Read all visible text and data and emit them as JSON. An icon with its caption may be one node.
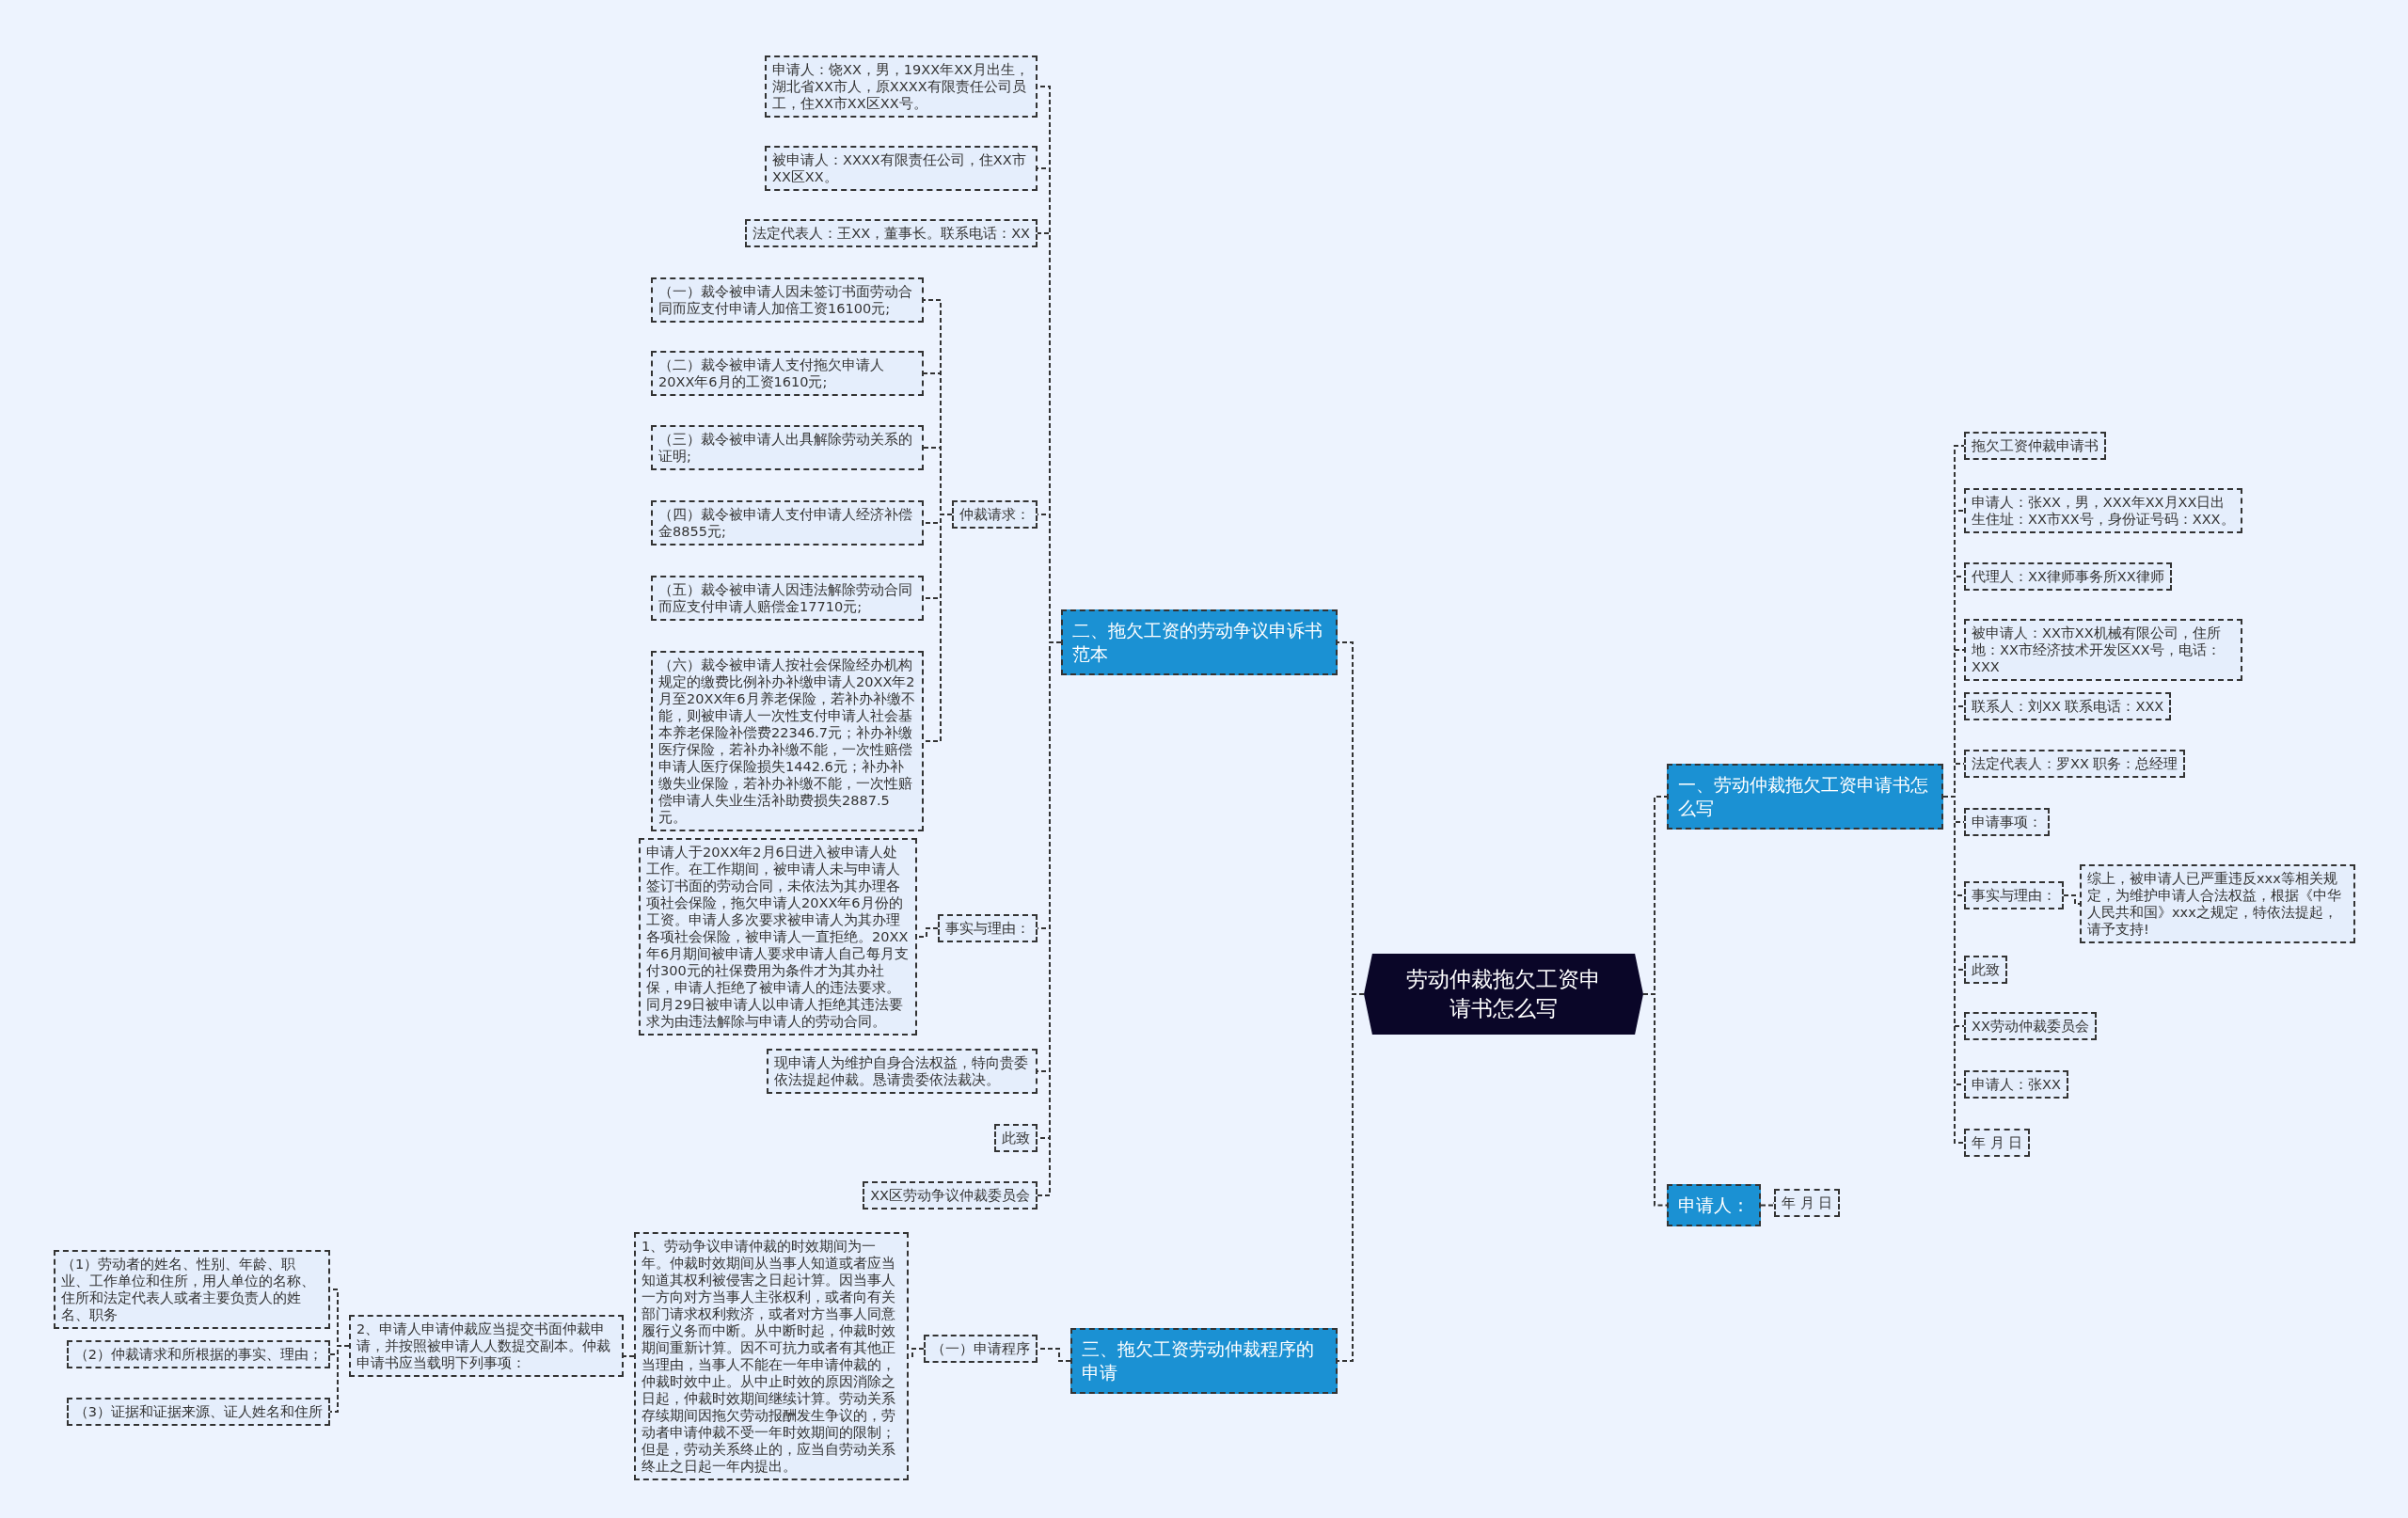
{
  "diagram": {
    "nodes": [
      {
        "text": [
          "劳动仲裁拖欠工资申请书怎么写"
        ]
      },
      {
        "text": [
          "二、拖欠工资的劳动争议申诉书范本"
        ]
      },
      {
        "text": [
          "申请人：饶XX，男，19XX年XX月出生，湖北省XX市人，原XXXX有限责任公司员工，住XX市XX区XX号。"
        ]
      },
      {
        "text": [
          "被申请人：XXXX有限责任公司，住XX市XX区XX。"
        ]
      },
      {
        "text": [
          "法定代表人：王XX，董事长。联系电话：XX"
        ]
      },
      {
        "text": [
          "仲裁请求："
        ]
      },
      {
        "text": [
          "（一）裁令被申请人因未签订书面劳动合同而应支付申请人加倍工资16100元;"
        ]
      },
      {
        "text": [
          "（二）裁令被申请人支付拖欠申请人20XX年6月的工资1610元;"
        ]
      },
      {
        "text": [
          "（三）裁令被申请人出具解除劳动关系的证明;"
        ]
      },
      {
        "text": [
          "（四）裁令被申请人支付申请人经济补偿金8855元;"
        ]
      },
      {
        "text": [
          "（五）裁令被申请人因违法解除劳动合同而应支付申请人赔偿金17710元;"
        ]
      },
      {
        "text": [
          "（六）裁令被申请人按社会保险经办机构规定的缴费比例补办补缴申请人20XX年2月至20XX年6月养老保险，若补办补缴不能，则被申请人一次性支付申请人社会基本养老保险补偿费22346.7元；补办补缴医疗保险，若补办补缴不能，一次性赔偿申请人医疗保险损失1442.6元；补办补缴失业保险，若补办补缴不能，一次性赔偿申请人失业生活补助费损失2887.5元。"
        ]
      },
      {
        "text": [
          "事实与理由："
        ]
      },
      {
        "text": [
          "申请人于20XX年2月6日进入被申请人处工作。在工作期间，被申请人未与申请人签订书面的劳动合同，未依法为其办理各项社会保险，拖欠申请人20XX年6月份的工资。申请人多次要求被申请人为其办理各项社会保险，被申请人一直拒绝。20XX年6月期间被申请人要求申请人自己每月支付300元的社保费用为条件才为其办社保，申请人拒绝了被申请人的违法要求。同月29日被申请人以申请人拒绝其违法要求为由违法解除与申请人的劳动合同。"
        ]
      },
      {
        "text": [
          "现申请人为维护自身合法权益，特向贵委依法提起仲裁。恳请贵委依法裁决。"
        ]
      },
      {
        "text": [
          "此致"
        ]
      },
      {
        "text": [
          "XX区劳动争议仲裁委员会"
        ]
      },
      {
        "text": [
          "三、拖欠工资劳动仲裁程序的申请"
        ]
      },
      {
        "text": [
          "（一）申请程序"
        ]
      },
      {
        "text": [
          "1、劳动争议申请仲裁的时效期间为一年。仲裁时效期间从当事人知道或者应当知道其权利被侵害之日起计算。因当事人一方向对方当事人主张权利，或者向有关部门请求权利救济，或者对方当事人同意履行义务而中断。从中断时起，仲裁时效期间重新计算。因不可抗力或者有其他正当理由，当事人不能在一年申请仲裁的，仲裁时效中止。从中止时效的原因消除之日起，仲裁时效期间继续计算。劳动关系存续期间因拖欠劳动报酬发生争议的，劳动者申请仲裁不受一年时效期间的限制；但是，劳动关系终止的，应当自劳动关系终止之日起一年内提出。"
        ]
      },
      {
        "text": [
          "2、申请人申请仲裁应当提交书面仲裁申请，并按照被申请人人数提交副本。仲裁申请书应当载明下列事项："
        ]
      },
      {
        "text": [
          "（1）劳动者的姓名、性别、年龄、职业、工作单位和住所，用人单位的名称、住所和法定代表人或者主要负责人的姓名、职务"
        ]
      },
      {
        "text": [
          "（2）仲裁请求和所根据的事实、理由；"
        ]
      },
      {
        "text": [
          "（3）证据和证据来源、证人姓名和住所"
        ]
      },
      {
        "text": [
          "一、劳动仲裁拖欠工资申请书怎么写"
        ]
      },
      {
        "text": [
          "拖欠工资仲裁申请书"
        ]
      },
      {
        "text": [
          "申请人：张XX，男，XXX年XX月XX日出生住址：XX市XX号，身份证号码：XXX。"
        ]
      },
      {
        "text": [
          "代理人：XX律师事务所XX律师"
        ]
      },
      {
        "text": [
          "被申请人：XX市XX机械有限公司，住所地：XX市经济技术开发区XX号，电话：XXX"
        ]
      },
      {
        "text": [
          "联系人：刘XX 联系电话：XXX"
        ]
      },
      {
        "text": [
          "法定代表人：罗XX 职务：总经理"
        ]
      },
      {
        "text": [
          "申请事项："
        ]
      },
      {
        "text": [
          "事实与理由："
        ]
      },
      {
        "text": [
          "综上，被申请人已严重违反xxx等相关规定，为维护申请人合法权益，根据《中华人民共和国》xxx之规定，特依法提起，请予支持!"
        ]
      },
      {
        "text": [
          "此致"
        ]
      },
      {
        "text": [
          "XX劳动仲裁委员会"
        ]
      },
      {
        "text": [
          "申请人：张XX"
        ]
      },
      {
        "text": [
          "年 月 日"
        ]
      },
      {
        "text": [
          "申请人："
        ]
      },
      {
        "text": [
          "年 月 日"
        ]
      }
    ],
    "edges": [
      {
        "from": 0,
        "to": 1,
        "arrow": "none"
      },
      {
        "from": 0,
        "to": 17,
        "arrow": "none"
      },
      {
        "from": 0,
        "to": 24,
        "arrow": "none"
      },
      {
        "from": 0,
        "to": 38,
        "arrow": "none"
      },
      {
        "from": 1,
        "to": 2,
        "arrow": "none"
      },
      {
        "from": 1,
        "to": 3,
        "arrow": "none"
      },
      {
        "from": 1,
        "to": 4,
        "arrow": "none"
      },
      {
        "from": 1,
        "to": 5,
        "arrow": "none"
      },
      {
        "from": 1,
        "to": 12,
        "arrow": "none"
      },
      {
        "from": 1,
        "to": 14,
        "arrow": "none"
      },
      {
        "from": 1,
        "to": 15,
        "arrow": "none"
      },
      {
        "from": 1,
        "to": 16,
        "arrow": "none"
      },
      {
        "from": 5,
        "to": 6,
        "arrow": "none"
      },
      {
        "from": 5,
        "to": 7,
        "arrow": "none"
      },
      {
        "from": 5,
        "to": 8,
        "arrow": "none"
      },
      {
        "from": 5,
        "to": 9,
        "arrow": "none"
      },
      {
        "from": 5,
        "to": 10,
        "arrow": "none"
      },
      {
        "from": 5,
        "to": 11,
        "arrow": "none"
      },
      {
        "from": 12,
        "to": 13,
        "arrow": "none"
      },
      {
        "from": 17,
        "to": 18,
        "arrow": "none"
      },
      {
        "from": 18,
        "to": 19,
        "arrow": "none"
      },
      {
        "from": 19,
        "to": 20,
        "arrow": "none"
      },
      {
        "from": 20,
        "to": 21,
        "arrow": "none"
      },
      {
        "from": 20,
        "to": 22,
        "arrow": "none"
      },
      {
        "from": 20,
        "to": 23,
        "arrow": "none"
      },
      {
        "from": 24,
        "to": 25,
        "arrow": "none"
      },
      {
        "from": 24,
        "to": 26,
        "arrow": "none"
      },
      {
        "from": 24,
        "to": 27,
        "arrow": "none"
      },
      {
        "from": 24,
        "to": 28,
        "arrow": "none"
      },
      {
        "from": 24,
        "to": 29,
        "arrow": "none"
      },
      {
        "from": 24,
        "to": 30,
        "arrow": "none"
      },
      {
        "from": 24,
        "to": 31,
        "arrow": "none"
      },
      {
        "from": 24,
        "to": 32,
        "arrow": "none"
      },
      {
        "from": 32,
        "to": 33,
        "arrow": "none"
      },
      {
        "from": 24,
        "to": 34,
        "arrow": "none"
      },
      {
        "from": 24,
        "to": 35,
        "arrow": "none"
      },
      {
        "from": 24,
        "to": 36,
        "arrow": "none"
      },
      {
        "from": 24,
        "to": 37,
        "arrow": "none"
      },
      {
        "from": 38,
        "to": 39,
        "arrow": "none"
      }
    ]
  }
}
